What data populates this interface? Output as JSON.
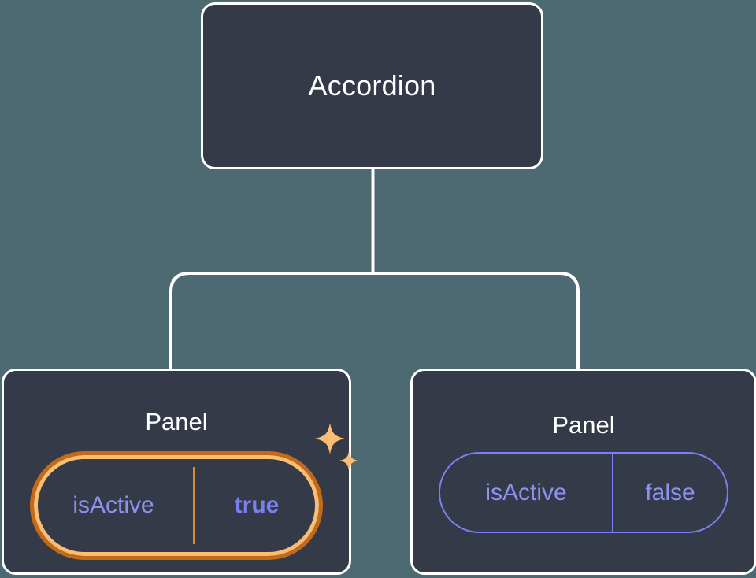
{
  "theme": {
    "background": "#4d6a73",
    "node_fill": "#343a48",
    "node_border": "#ffffff",
    "connector": "#ffffff",
    "highlight_outer": "#c2691a",
    "highlight_inner": "#f9be72",
    "sparkle": "#f9be72",
    "prop_text": "#8d91f0",
    "prop_value_active": "#7b80f0",
    "pill_border": "#7b80f0"
  },
  "tree": {
    "root": {
      "title": "Accordion"
    },
    "children": [
      {
        "title": "Panel",
        "highlighted": true,
        "prop": {
          "key": "isActive",
          "value": "true"
        }
      },
      {
        "title": "Panel",
        "highlighted": false,
        "prop": {
          "key": "isActive",
          "value": "false"
        }
      }
    ]
  }
}
